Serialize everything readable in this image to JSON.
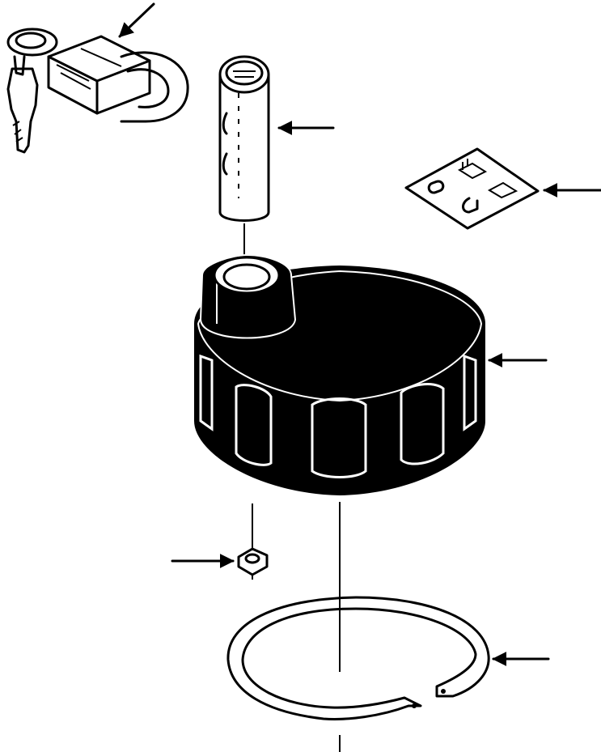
{
  "figure": {
    "type": "exploded-parts-view",
    "parts": [
      {
        "id": "padlock-with-keys",
        "icon": "padlock-icon"
      },
      {
        "id": "lock-cylinder",
        "icon": "cylinder-pin-icon"
      },
      {
        "id": "instruction-decal",
        "icon": "decal-icon"
      },
      {
        "id": "fuel-cap",
        "icon": "fuel-cap-icon"
      },
      {
        "id": "lock-washer",
        "icon": "washer-icon"
      },
      {
        "id": "retaining-ring",
        "icon": "snap-ring-icon"
      }
    ],
    "colors": {
      "ink": "#000000",
      "paper": "#ffffff"
    }
  }
}
